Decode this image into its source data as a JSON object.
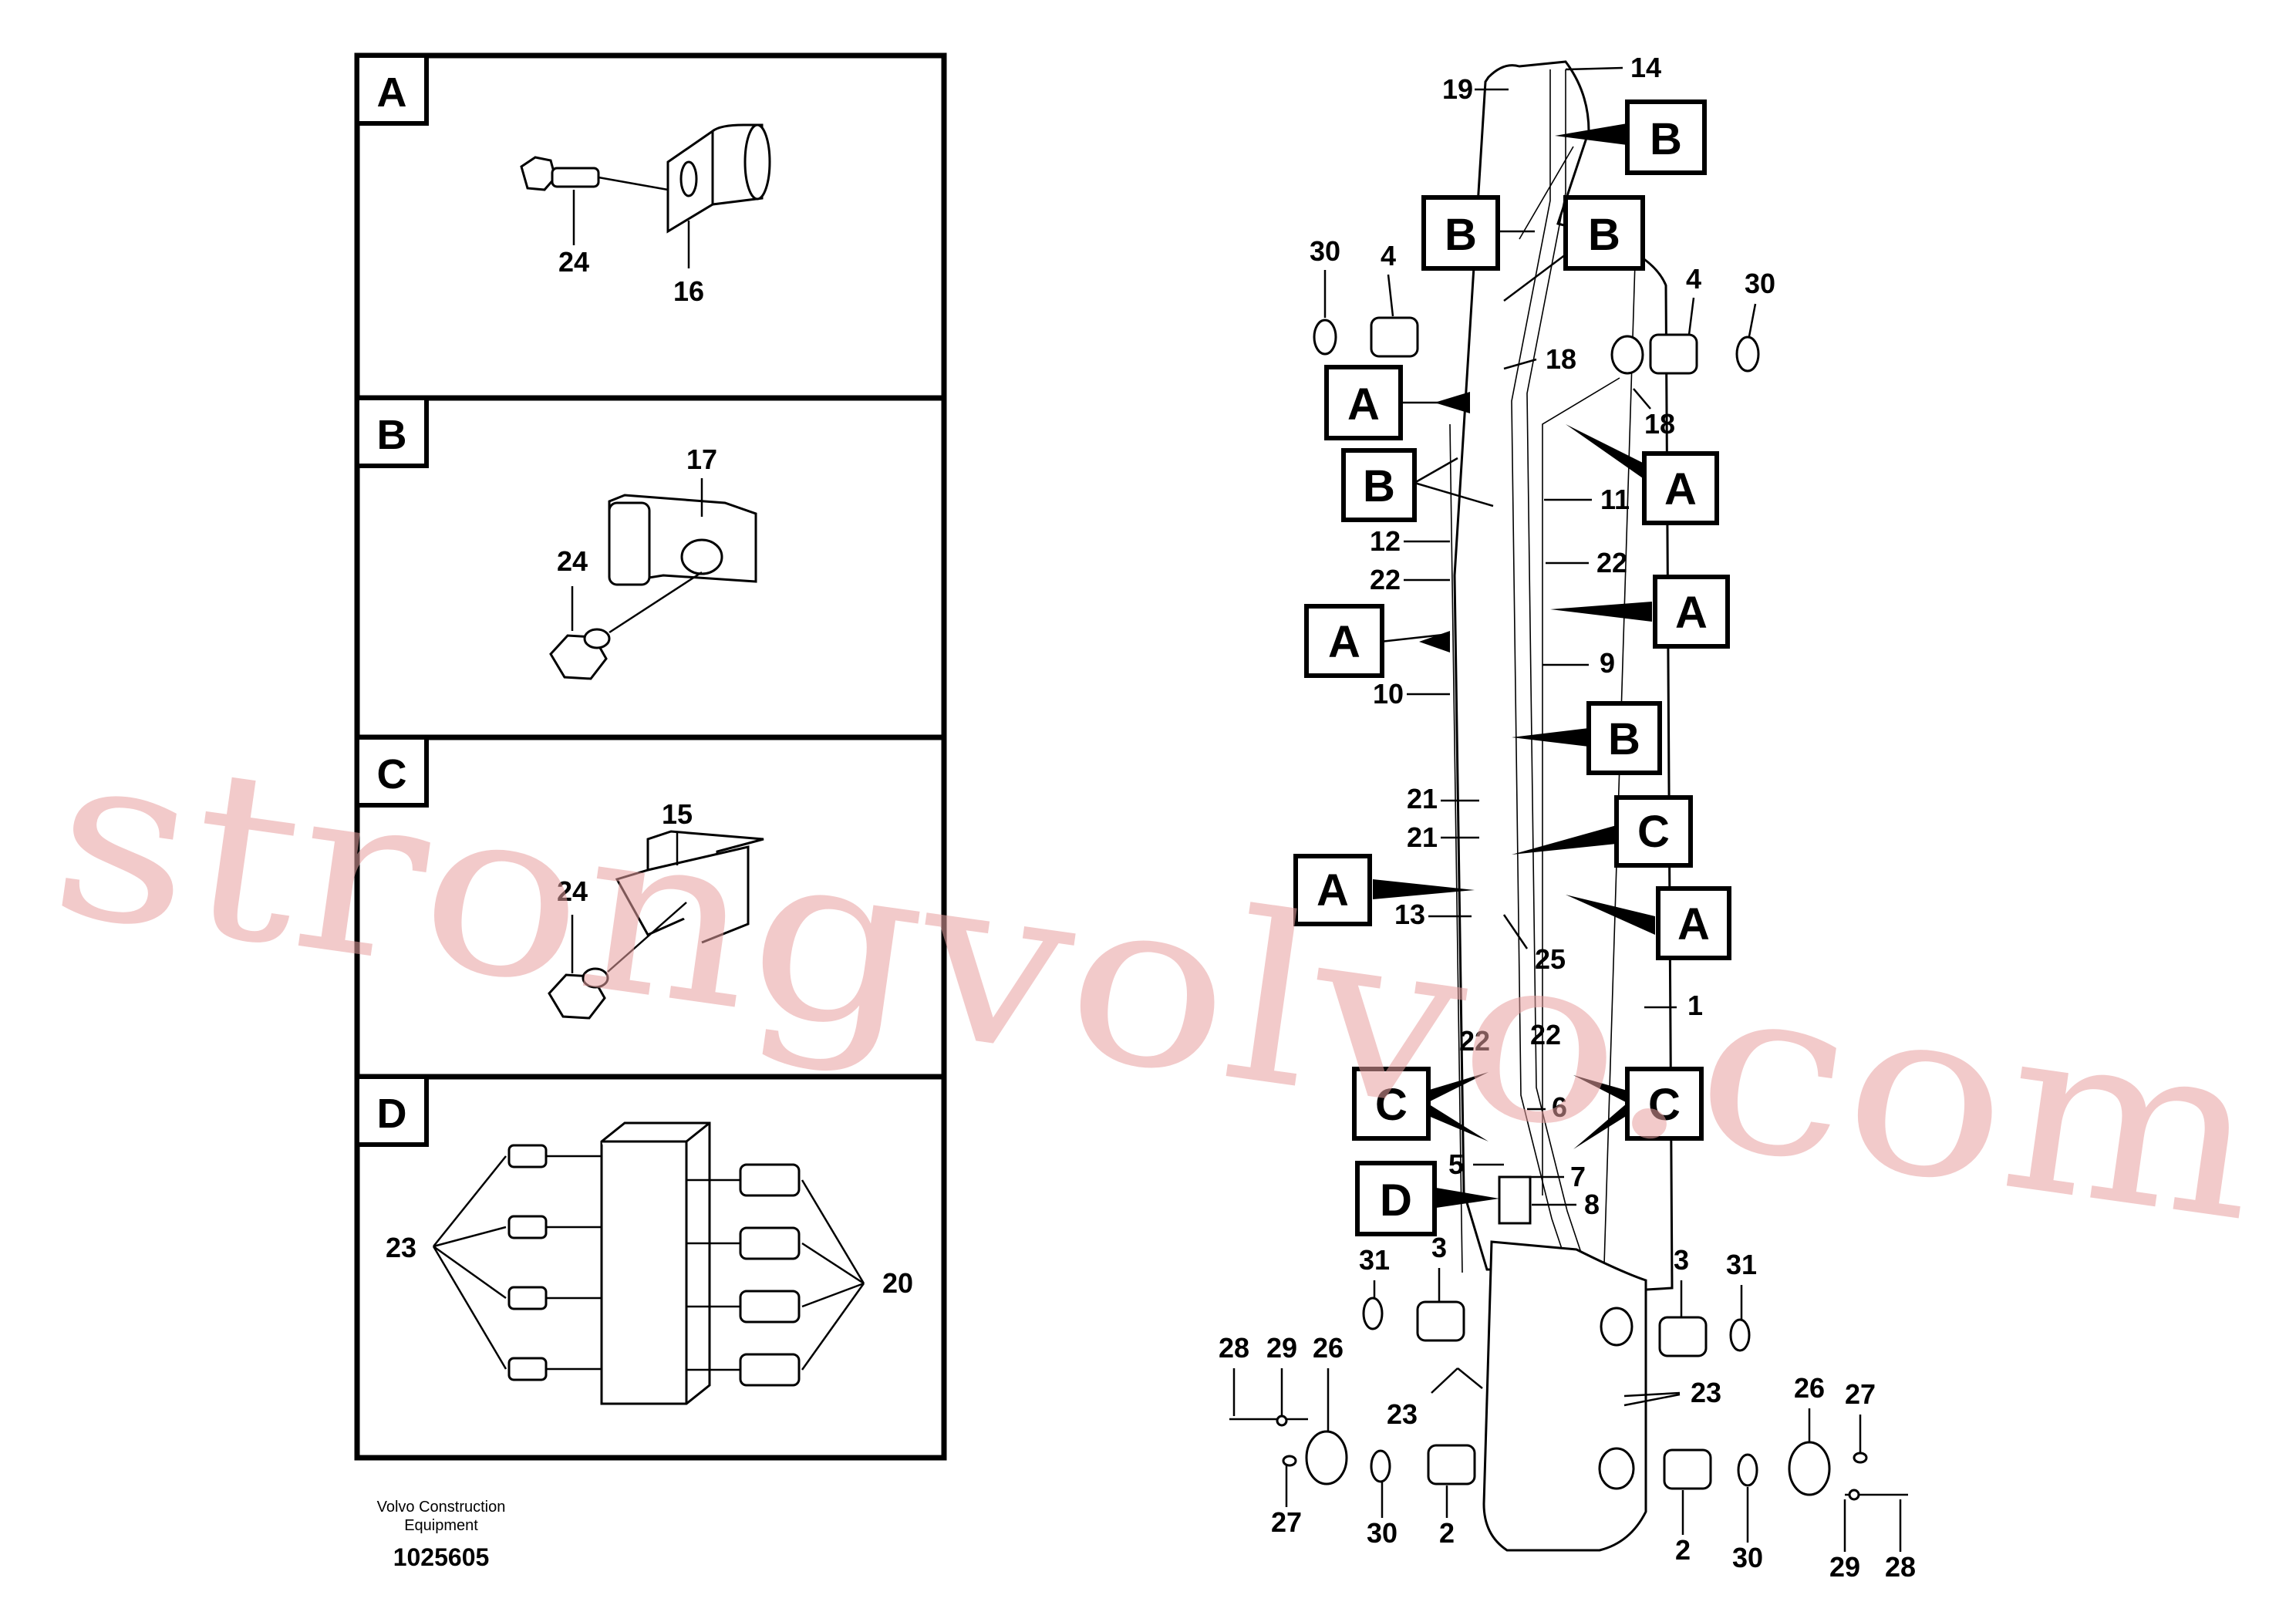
{
  "panels": [
    {
      "tag": "A",
      "labels": [
        "24",
        "16"
      ]
    },
    {
      "tag": "B",
      "labels": [
        "17",
        "24"
      ]
    },
    {
      "tag": "C",
      "labels": [
        "15",
        "24"
      ]
    },
    {
      "tag": "D",
      "labels": [
        "23",
        "20"
      ]
    }
  ],
  "footer": {
    "maker_line1": "Volvo Construction",
    "maker_line2": "Equipment",
    "drawing_number": "1025605"
  },
  "watermark": "strongvolvo.com",
  "callout_boxes": [
    "B",
    "B",
    "B",
    "A",
    "B",
    "A",
    "A",
    "A",
    "B",
    "C",
    "A",
    "A",
    "C",
    "C",
    "D"
  ],
  "part_labels": [
    "19",
    "14",
    "30",
    "4",
    "4",
    "30",
    "18",
    "18",
    "11",
    "12",
    "22",
    "22",
    "9",
    "10",
    "21",
    "21",
    "13",
    "25",
    "1",
    "22",
    "22",
    "6",
    "5",
    "7",
    "8",
    "31",
    "3",
    "3",
    "31",
    "28",
    "29",
    "26",
    "23",
    "23",
    "26",
    "27",
    "27",
    "30",
    "2",
    "2",
    "30",
    "29",
    "28"
  ]
}
